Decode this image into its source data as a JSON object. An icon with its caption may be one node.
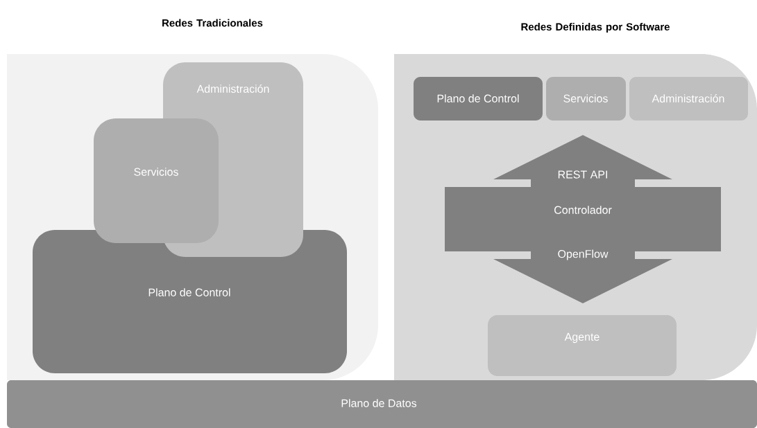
{
  "diagram": {
    "nodes": [
      {
        "text": [
          "Redes Tradicionales"
        ]
      },
      {
        "text": [
          "Administración"
        ],
        "in": 0
      },
      {
        "text": [
          "Servicios"
        ],
        "in": 0
      },
      {
        "text": [
          "Plano de Control"
        ],
        "in": 0
      },
      {
        "text": [
          "Redes Definidas por Software"
        ]
      },
      {
        "text": [
          "Plano de Control"
        ],
        "in": 4
      },
      {
        "text": [
          "Servicios"
        ],
        "in": 4
      },
      {
        "text": [
          "Administración"
        ],
        "in": 4
      },
      {
        "text": [
          "REST API",
          "Controlador",
          "OpenFlow"
        ],
        "in": 4
      },
      {
        "text": [
          "Agente"
        ],
        "in": 4
      },
      {
        "text": [
          "Plano de Datos"
        ]
      }
    ]
  }
}
